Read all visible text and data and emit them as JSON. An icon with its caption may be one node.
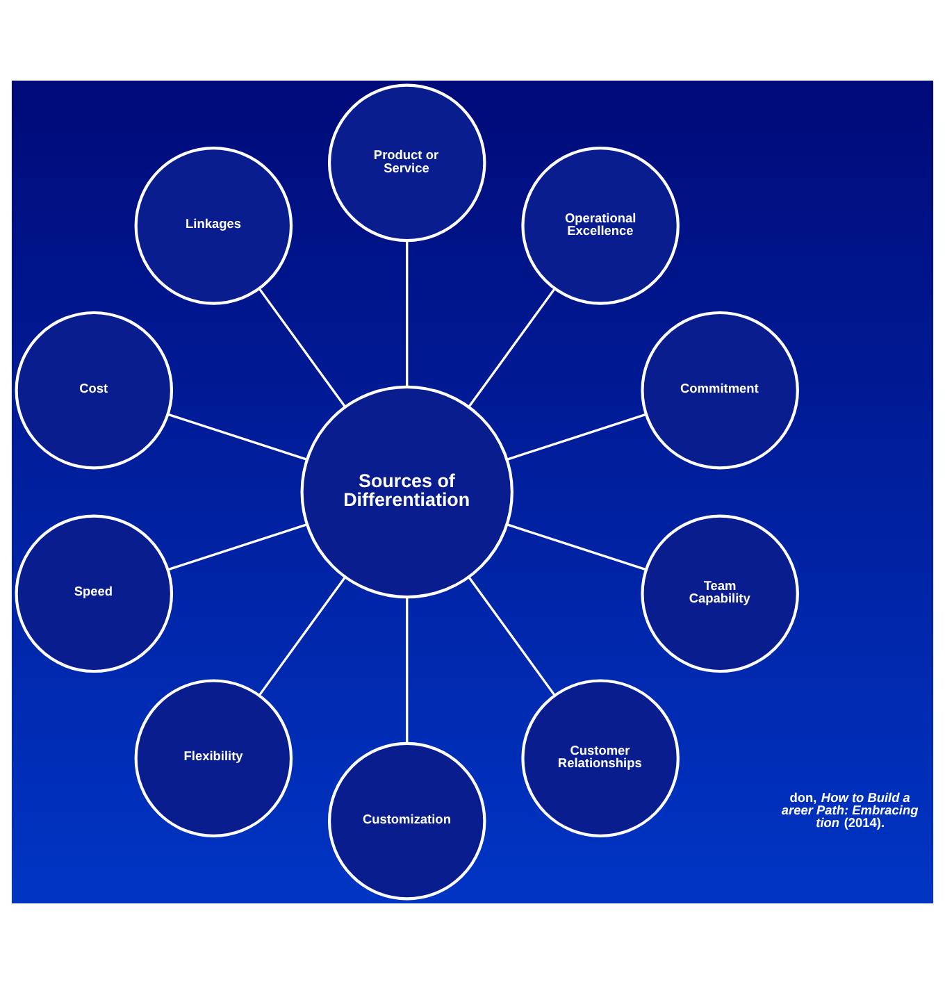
{
  "diagram": {
    "nodes": [
      {
        "text": [
          "Sources of Differentiation"
        ]
      },
      {
        "text": [
          "Product or Service"
        ]
      },
      {
        "text": [
          "Operational Excellence"
        ]
      },
      {
        "text": [
          "Commitment"
        ]
      },
      {
        "text": [
          "Team Capability"
        ]
      },
      {
        "text": [
          "Customer Relationships"
        ]
      },
      {
        "text": [
          "Customization"
        ]
      },
      {
        "text": [
          "Flexibility"
        ]
      },
      {
        "text": [
          "Speed"
        ]
      },
      {
        "text": [
          "Cost"
        ]
      },
      {
        "text": [
          "Linkages"
        ]
      }
    ],
    "edges": [
      {
        "from": 0,
        "to": 1,
        "arrow": "none"
      },
      {
        "from": 0,
        "to": 2,
        "arrow": "none"
      },
      {
        "from": 0,
        "to": 3,
        "arrow": "none"
      },
      {
        "from": 0,
        "to": 4,
        "arrow": "none"
      },
      {
        "from": 0,
        "to": 5,
        "arrow": "none"
      },
      {
        "from": 0,
        "to": 6,
        "arrow": "none"
      },
      {
        "from": 0,
        "to": 7,
        "arrow": "none"
      },
      {
        "from": 0,
        "to": 8,
        "arrow": "none"
      },
      {
        "from": 0,
        "to": 9,
        "arrow": "none"
      },
      {
        "from": 0,
        "to": 10,
        "arrow": "none"
      }
    ],
    "labels": [
      "don, *How to Build a* *areer Path: Embracing* *tion* (2014)."
    ]
  }
}
